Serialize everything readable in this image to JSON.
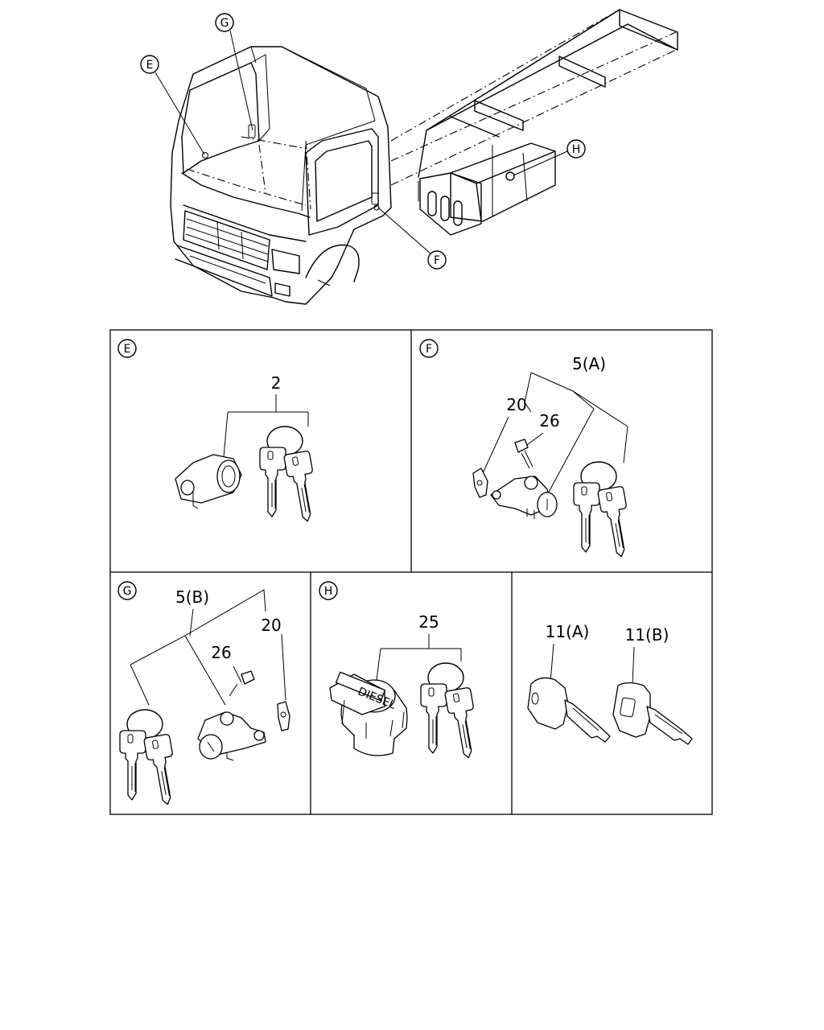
{
  "callouts": {
    "e": "E",
    "f": "F",
    "g": "G",
    "h": "H"
  },
  "panels": {
    "e": {
      "letter": "E",
      "part": "2"
    },
    "f": {
      "letter": "F",
      "part_a": "5(A)",
      "part_b": "20",
      "part_c": "26"
    },
    "g": {
      "letter": "G",
      "part_a": "5(B)",
      "part_b": "26",
      "part_c": "20"
    },
    "h": {
      "letter": "H",
      "part": "25",
      "cap_text": "DIESEL"
    },
    "keys": {
      "part_a": "11(A)",
      "part_b": "11(B)"
    }
  }
}
